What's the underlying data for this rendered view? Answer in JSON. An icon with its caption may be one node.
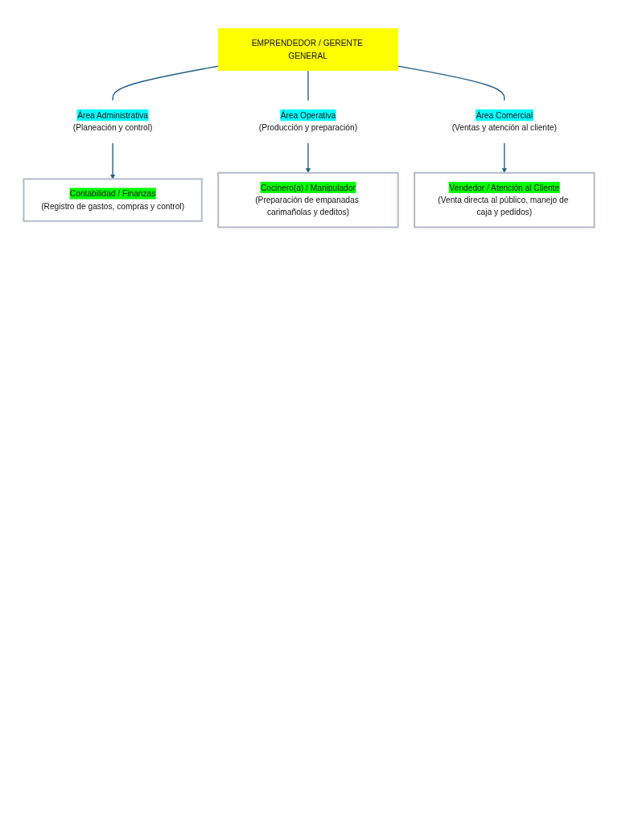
{
  "diagram": {
    "nodes": [
      {
        "text": [
          "EMPRENDEDOR / GERENTE GENERAL"
        ]
      },
      {
        "text": [
          "Área Administrativa",
          "(Planeación y control)"
        ]
      },
      {
        "text": [
          "Área Operativa",
          "(Producción y preparación)"
        ]
      },
      {
        "text": [
          "Área Comercial",
          "(Ventas y atención al cliente)"
        ]
      },
      {
        "text": [
          "Contabilidad / Finanzas",
          "(Registro de gastos, compras y control)"
        ]
      },
      {
        "text": [
          "Cocinero(a) / Manipulador",
          "(Preparación de empanadas carimañolas y deditos)"
        ]
      },
      {
        "text": [
          "Vendedor / Atención al Cliente",
          "(Venta directa al público, manejo de caja y pedidos)"
        ]
      }
    ],
    "edges": [
      {
        "from": 0,
        "to": 1,
        "arrow": "none"
      },
      {
        "from": 0,
        "to": 2,
        "arrow": "none"
      },
      {
        "from": 0,
        "to": 3,
        "arrow": "none"
      },
      {
        "from": 1,
        "to": 4,
        "arrow": "to"
      },
      {
        "from": 2,
        "to": 5,
        "arrow": "to"
      },
      {
        "from": 3,
        "to": 6,
        "arrow": "to"
      }
    ]
  }
}
